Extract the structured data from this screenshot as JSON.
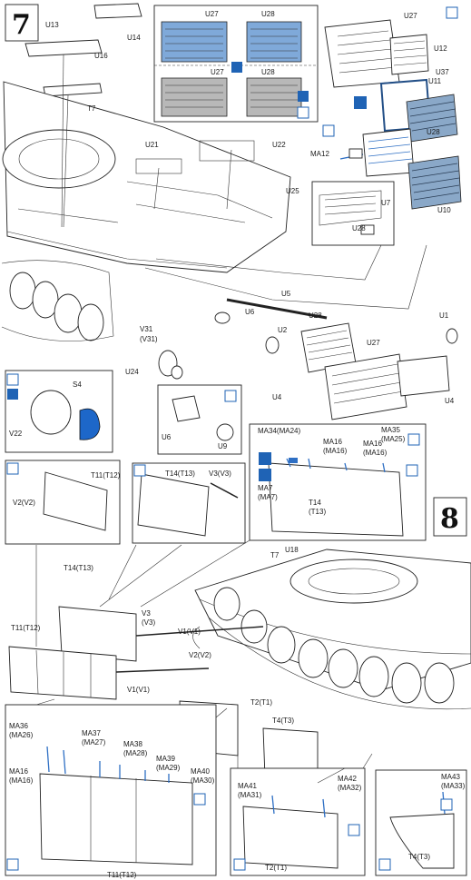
{
  "colors": {
    "ink": "#222222",
    "accent_blue": "#2e6fc4",
    "part_blue_fill": "#7fa9d9",
    "part_gray_fill": "#b8b8b8",
    "icon_blue": "#1f63b5",
    "highlight_part": "#1d67c9"
  },
  "steps": [
    {
      "number": "7"
    },
    {
      "number": "8"
    }
  ],
  "labels": [
    {
      "text": "U13"
    },
    {
      "text": "U14"
    },
    {
      "text": "U16"
    },
    {
      "text": "T7"
    },
    {
      "text": "U21"
    },
    {
      "text": "U22"
    },
    {
      "text": "U25"
    },
    {
      "text": "U27"
    },
    {
      "text": "U28"
    },
    {
      "text": "U27"
    },
    {
      "text": "U28"
    },
    {
      "text": "U27"
    },
    {
      "text": "U12"
    },
    {
      "text": "U37"
    },
    {
      "text": "U11"
    },
    {
      "text": "MA12"
    },
    {
      "text": "U28"
    },
    {
      "text": "U10"
    },
    {
      "text": "U28"
    },
    {
      "text": "U7"
    },
    {
      "text": "U5"
    },
    {
      "text": "U1"
    },
    {
      "text": "U6"
    },
    {
      "text": "U2"
    },
    {
      "text": "V31"
    },
    {
      "text": "(V31)"
    },
    {
      "text": "U28"
    },
    {
      "text": "U27"
    },
    {
      "text": "U24"
    },
    {
      "text": "U4"
    },
    {
      "text": "U4"
    },
    {
      "text": "S4"
    },
    {
      "text": "V22"
    },
    {
      "text": "U6"
    },
    {
      "text": "U9"
    },
    {
      "text": "MA34(MA24)"
    },
    {
      "text": "MA35"
    },
    {
      "text": "(MA25)"
    },
    {
      "text": "MA16"
    },
    {
      "text": "(MA16)"
    },
    {
      "text": "MA16"
    },
    {
      "text": "(MA16)"
    },
    {
      "text": "MA7"
    },
    {
      "text": "(MA7)"
    },
    {
      "text": "T14"
    },
    {
      "text": "(T13)"
    },
    {
      "text": "T11(T12)"
    },
    {
      "text": "V2(V2)"
    },
    {
      "text": "T14(T13)"
    },
    {
      "text": "V3(V3)"
    },
    {
      "text": "T7"
    },
    {
      "text": "U18"
    },
    {
      "text": "T14(T13)"
    },
    {
      "text": "V3"
    },
    {
      "text": "(V3)"
    },
    {
      "text": "V1(V1)"
    },
    {
      "text": "T11(T12)"
    },
    {
      "text": "V2(V2)"
    },
    {
      "text": "V1(V1)"
    },
    {
      "text": "T2(T1)"
    },
    {
      "text": "T4(T3)"
    },
    {
      "text": "MA36"
    },
    {
      "text": "(MA26)"
    },
    {
      "text": "MA37"
    },
    {
      "text": "(MA27)"
    },
    {
      "text": "MA38"
    },
    {
      "text": "(MA28)"
    },
    {
      "text": "MA39"
    },
    {
      "text": "(MA29)"
    },
    {
      "text": "MA40"
    },
    {
      "text": "(MA30)"
    },
    {
      "text": "MA16"
    },
    {
      "text": "(MA16)"
    },
    {
      "text": "MA41"
    },
    {
      "text": "(MA31)"
    },
    {
      "text": "MA42"
    },
    {
      "text": "(MA32)"
    },
    {
      "text": "MA43"
    },
    {
      "text": "(MA33)"
    },
    {
      "text": "T11(T12)"
    },
    {
      "text": "T2(T1)"
    },
    {
      "text": "T4(T3)"
    }
  ]
}
